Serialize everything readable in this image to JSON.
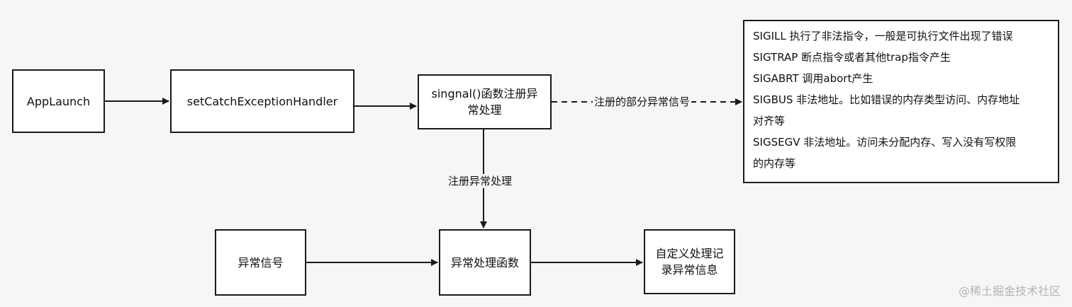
{
  "nodes": {
    "app_launch": "AppLaunch",
    "set_handler": "setCatchExceptionHandler",
    "signal_register": "singnal()函数注册异常处理",
    "exception_signal": "异常信号",
    "handler_func": "异常处理函数",
    "custom_record": "自定义处理记录异常信息"
  },
  "edges": {
    "register_some_signals": "注册的部分异常信号",
    "register_handler": "注册异常处理"
  },
  "signals_note": {
    "lines": [
      "SIGILL 执行了非法指令，一般是可执行文件出现了错误",
      "SIGTRAP 断点指令或者其他trap指令产生",
      "SIGABRT 调用abort产生",
      "SIGBUS 非法地址。比如错误的内存类型访问、内存地址",
      "对齐等",
      "SIGSEGV 非法地址。访问未分配内存、写入没有写权限",
      "的内存等"
    ]
  },
  "watermark": "@稀土掘金技术社区",
  "colors": {
    "background": "#f6f6f6",
    "stroke": "#1a1a1a",
    "watermark": "#b4b4b4"
  }
}
